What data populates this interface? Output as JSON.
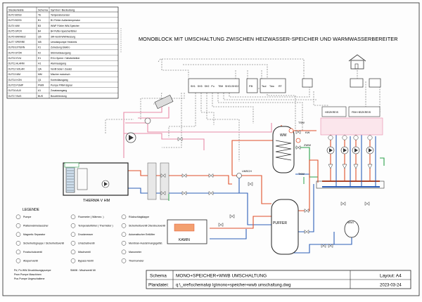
{
  "title": "MONOBLOCK MIT UMSCHALTUNG ZWISCHEN HEIZWASSER-SPEICHER UND WARMWASSERBEREITER",
  "legend_table": {
    "headers": [
      "Steckerleiste",
      "Schema",
      "Symbol / Bedeutung"
    ],
    "rows": [
      [
        "OUT2 BOS3",
        "TE",
        "Temperatursensor"
      ],
      [
        "OUT3 BOS3",
        "B1",
        "B1 Fühler Außentemperatur"
      ],
      [
        "OUT4 WW",
        "B3",
        "WWF Fühler WW-Speicher"
      ],
      [
        "OUT5 SPCR",
        "B4",
        "B4 Puffer-Speicherfühler"
      ],
      [
        "OUT6 WW/HEIZ",
        "Q5",
        "3W-Ventil WW/Heizung"
      ],
      [
        "OUT7 SPERRE",
        "M5",
        "Umwälzpumpe Heizkreis"
      ],
      [
        "OUT8 EXTERN",
        "K1",
        "Zuheizung Elektro"
      ],
      [
        "OUT9 STÖR",
        "K2",
        "Störmeldeausgang"
      ],
      [
        "OUT10 EVU",
        "E1",
        "EVU-Sperre / Netzbetreiber"
      ],
      [
        "OUT11 ALARM",
        "H1",
        "Alarmausgang"
      ],
      [
        "OUT12 SOLAR",
        "QA",
        "Ventil Solar / Zusatz"
      ],
      [
        "OUT13 MM",
        "MM",
        "Mischer motorisch"
      ],
      [
        "OUT14 KON",
        "Q1",
        "Kontrollausgang"
      ],
      [
        "OUT15 PUMP",
        "PWM",
        "Pumpe PWM-Signal"
      ],
      [
        "OUT16 AUX",
        "A1",
        "Zusatzausgang"
      ],
      [
        "OUT17 BUS",
        "BUS",
        "Busverbindung"
      ]
    ]
  },
  "controller_labels": [
    "SH1",
    "SH3",
    "SH2",
    "Pu",
    "TBH",
    "SHG1",
    "SHG2"
  ],
  "controller_extra": [
    "FB",
    "Tsol",
    "Tdw",
    "RT"
  ],
  "equipment": {
    "ww_tank": "WW",
    "puffer": "PUFFER",
    "kamin": "KAMIN",
    "therma": "THERMA V HM",
    "heizkreis": "HEIZKREIS",
    "fbh": "FBH HEIZKREIS",
    "label_umsch": "UMSCH",
    "label_kw": "KW",
    "label_zww": "ZWW",
    "label_tkw": "TKW",
    "label_mag": "MAG",
    "label_tsw": "TSW"
  },
  "legend_bottom": {
    "title": "LEGENDE",
    "col1": [
      "Pumpe",
      "Plattenwärmetauscher",
      "Magnetic Separator",
      "Sicherheitsgruppe / Sicherheitsventil",
      "Frostschutzventil",
      "Absperrventil"
    ],
    "col2": [
      "Flowmeter ( Wärmez. )",
      "Temperaturfühler ( Thermistor )",
      "Druckmesser",
      "Umschaltventil",
      "Mischventil",
      "Bypass-Ventil"
    ],
    "col3": [
      "Rückschlagklappe",
      "Sicherheitsventil Überdruckventil",
      "Automatischer Entlüfter",
      "Membran-Ausdehnungsgefäß",
      "Manometer",
      "Thermometer"
    ],
    "notes": [
      "Pd, Pu  WW-Drucklösungspumpe",
      "Pwm    Pumpe Maschinen",
      "Pus    Pumpe Ungeschaltene"
    ],
    "note2": "SM/Mi : Mischventil Mi"
  },
  "title_block": {
    "label_schema": "Schema",
    "schema_value": "MONO+SPEICHER+WWB UMSCHALTUNG",
    "label_plan": "Plandatei:",
    "plan_value": "q:\\_xref\\schemalvp lg\\mono+speicher+wwb umschaltung.dwg",
    "layout": "Layout: A4",
    "date": "2023-03-24"
  },
  "colors": {
    "hot": "#e0502a",
    "cold": "#2d5fb8",
    "warm_pink": "#e88aa8",
    "signal": "#555555",
    "green": "#2aa14a"
  }
}
